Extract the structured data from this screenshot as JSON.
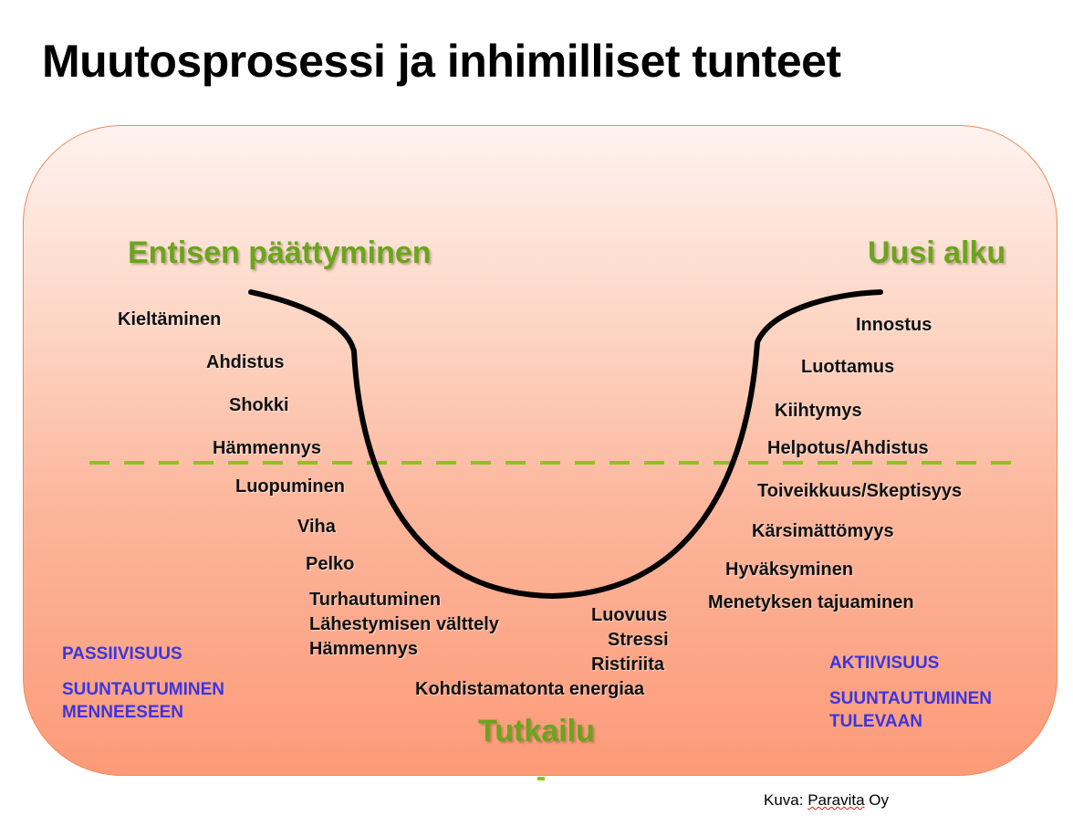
{
  "title": "Muutosprosessi ja inhimilliset tunteet",
  "headings": {
    "left": "Entisen päättyminen",
    "right": "Uusi alku",
    "bottom": "Tutkailu"
  },
  "left_labels": [
    "Kieltäminen",
    "Ahdistus",
    "Shokki",
    "Hämmennys",
    "Luopuminen",
    "Viha",
    "Pelko"
  ],
  "left_bottom_block": [
    "Turhautuminen",
    "Lähestymisen välttely",
    "Hämmennys"
  ],
  "center_block": [
    "Luovuus",
    "Stressi",
    "Ristiriita"
  ],
  "center_energy": "Kohdistamatonta energiaa",
  "right_labels": [
    "Innostus",
    "Luottamus",
    "Kiihtymys",
    "Helpotus/Ahdistus",
    "Toiveikkuus/Skeptisyys",
    "Kärsimättömyys",
    "Hyväksyminen",
    "Menetyksen tajuaminen"
  ],
  "corner_left": {
    "line1": "PASSIIVISUUS",
    "line2": "SUUNTAUTUMINEN",
    "line3": "MENNEESEEN"
  },
  "corner_right": {
    "line1": "AKTIIVISUUS",
    "line2": "SUUNTAUTUMINEN",
    "line3": "TULEVAAN"
  },
  "credit": {
    "prefix": "Kuva: ",
    "name": "Paravita",
    "suffix": " Oy"
  },
  "colors": {
    "heading_green": "#6aa51c",
    "dashed_line": "#8ac41c",
    "corner_blue": "#3a35e0",
    "panel_border": "#f08a5a"
  }
}
